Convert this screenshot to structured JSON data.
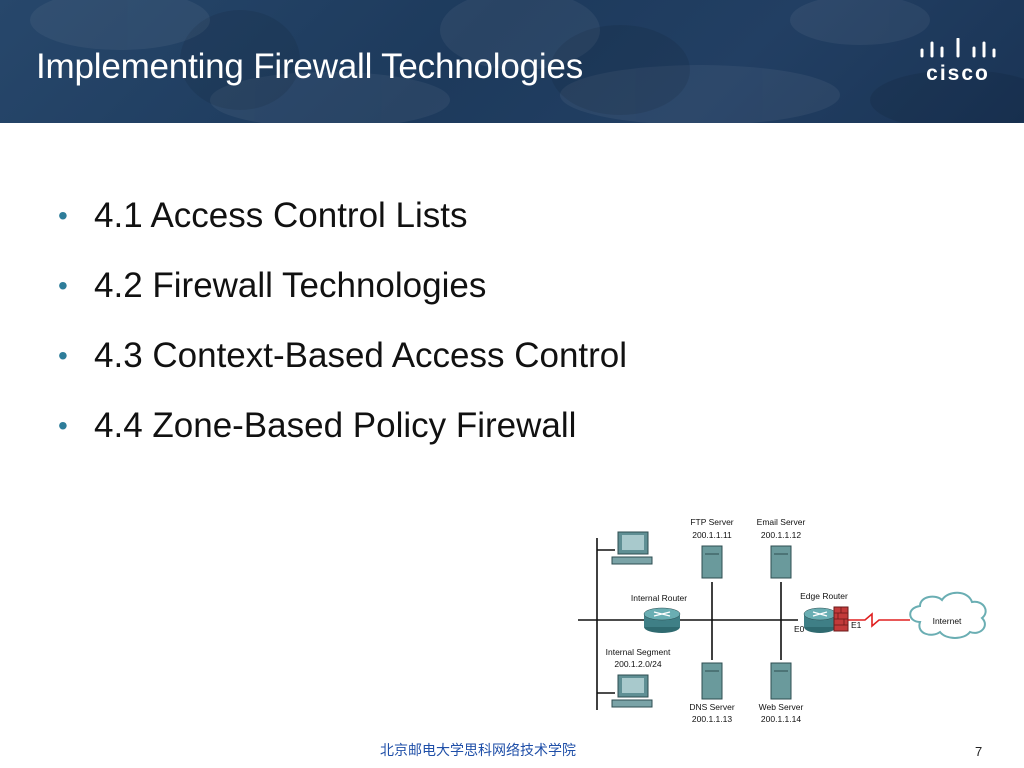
{
  "slide": {
    "title": "Implementing Firewall Technologies",
    "logo_text": "cisco",
    "bullets": [
      "4.1 Access Control Lists",
      "4.2 Firewall Technologies",
      "4.3 Context-Based Access Control",
      "4.4 Zone-Based Policy Firewall"
    ],
    "footer": "北京邮电大学思科网络技术学院",
    "page_number": "7"
  },
  "diagram": {
    "ftp_server": {
      "name": "FTP Server",
      "ip": "200.1.1.11"
    },
    "email_server": {
      "name": "Email Server",
      "ip": "200.1.1.12"
    },
    "dns_server": {
      "name": "DNS Server",
      "ip": "200.1.1.13"
    },
    "web_server": {
      "name": "Web Server",
      "ip": "200.1.1.14"
    },
    "internal_router": "Internal Router",
    "edge_router": "Edge Router",
    "internal_segment": {
      "name": "Internal Segment",
      "subnet": "200.1.2.0/24"
    },
    "interface_e0": "E0",
    "interface_e1": "E1",
    "internet": "Internet"
  },
  "colors": {
    "header": "#1d3a5c",
    "bullet": "#2e7d9a",
    "footer": "#1f4fa8",
    "router": "#3f7f86",
    "server": "#6a9a9c",
    "link_red": "#e02020"
  }
}
